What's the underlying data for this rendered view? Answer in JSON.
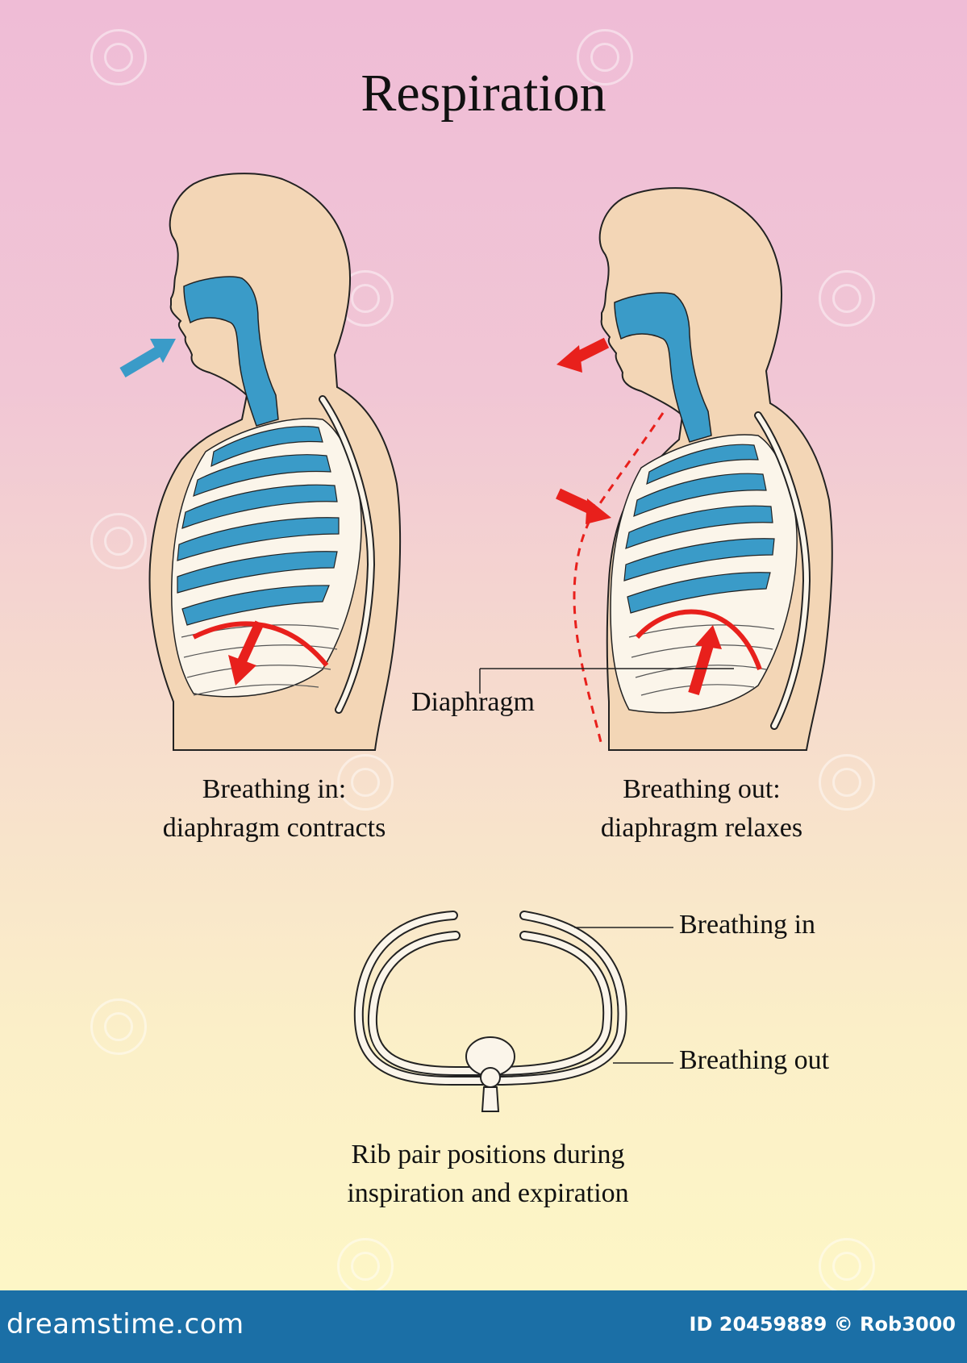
{
  "title": "Respiration",
  "captions": {
    "left_line1": "Breathing in:",
    "left_line2": "diaphragm contracts",
    "right_line1": "Breathing out:",
    "right_line2": "diaphragm relaxes",
    "bottom_line1": "Rib pair positions during",
    "bottom_line2": "inspiration and expiration"
  },
  "labels": {
    "diaphragm": "Diaphragm",
    "breathing_in": "Breathing in",
    "breathing_out": "Breathing out"
  },
  "footer": {
    "brand": "dreamstime.com",
    "credit": "ID 20459889 © Rob3000"
  },
  "colors": {
    "skin": "#f3d6b6",
    "airway": "#3a9bc8",
    "arrow_red": "#e8201c",
    "arrow_blue": "#3a9bc8",
    "footer": "#1b6fa6"
  },
  "icons": [
    "arrow-in-icon",
    "arrow-out-icon",
    "diaphragm-down-arrow-icon",
    "diaphragm-up-arrow-icon",
    "watermark-spiral-icon"
  ]
}
